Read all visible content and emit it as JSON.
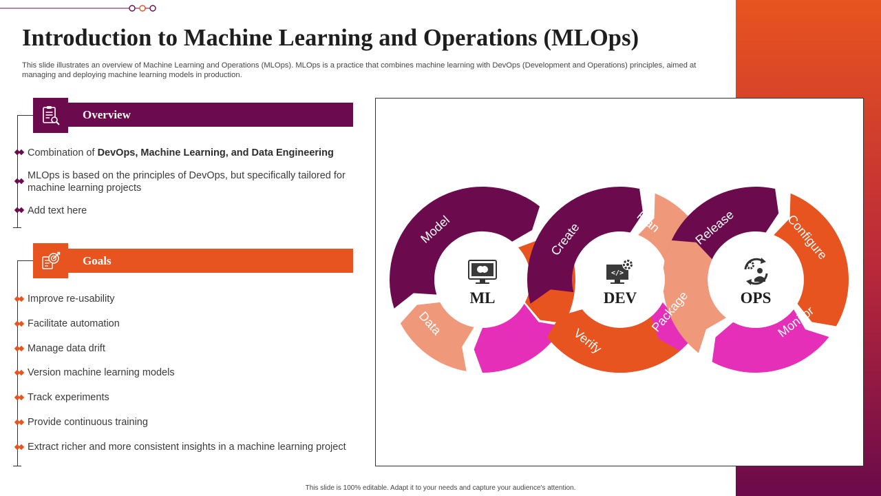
{
  "title": "Introduction to Machine Learning and Operations (MLOps)",
  "subtitle": "This slide illustrates an overview of Machine Learning and Operations (MLOps). MLOps is a practice that combines machine learning with DevOps (Development and Operations) principles, aimed at managing and deploying machine learning models in production.",
  "overview": {
    "heading": "Overview",
    "icon": "clipboard-search-icon",
    "items": [
      {
        "prefix": "Combination of ",
        "bold": "DevOps, Machine Learning, and Data Engineering"
      },
      {
        "text": "MLOps is based on the principles of DevOps, but specifically tailored for machine learning projects"
      },
      {
        "text": "Add text here"
      }
    ]
  },
  "goals": {
    "heading": "Goals",
    "icon": "target-document-icon",
    "items": [
      "Improve re-usability",
      "Facilitate automation",
      "Manage data drift",
      "Version machine learning models",
      "Track experiments",
      "Provide continuous training",
      "Extract richer and more consistent insights in a machine learning project"
    ]
  },
  "diagram": {
    "circles": [
      {
        "label": "ML",
        "icon": "monitor-brain-icon"
      },
      {
        "label": "DEV",
        "icon": "monitor-code-gear-icon"
      },
      {
        "label": "OPS",
        "icon": "person-gears-icon"
      }
    ],
    "segments": [
      "Model",
      "Data",
      "Create",
      "Plan",
      "Verify",
      "Package",
      "Release",
      "Configure",
      "Monitor"
    ]
  },
  "colors": {
    "purple": "#6b0a4c",
    "orange": "#e8541f",
    "salmon": "#f0987a",
    "magenta": "#e52fb8"
  },
  "footer": "This slide is 100% editable. Adapt it to your needs and capture your audience's attention."
}
